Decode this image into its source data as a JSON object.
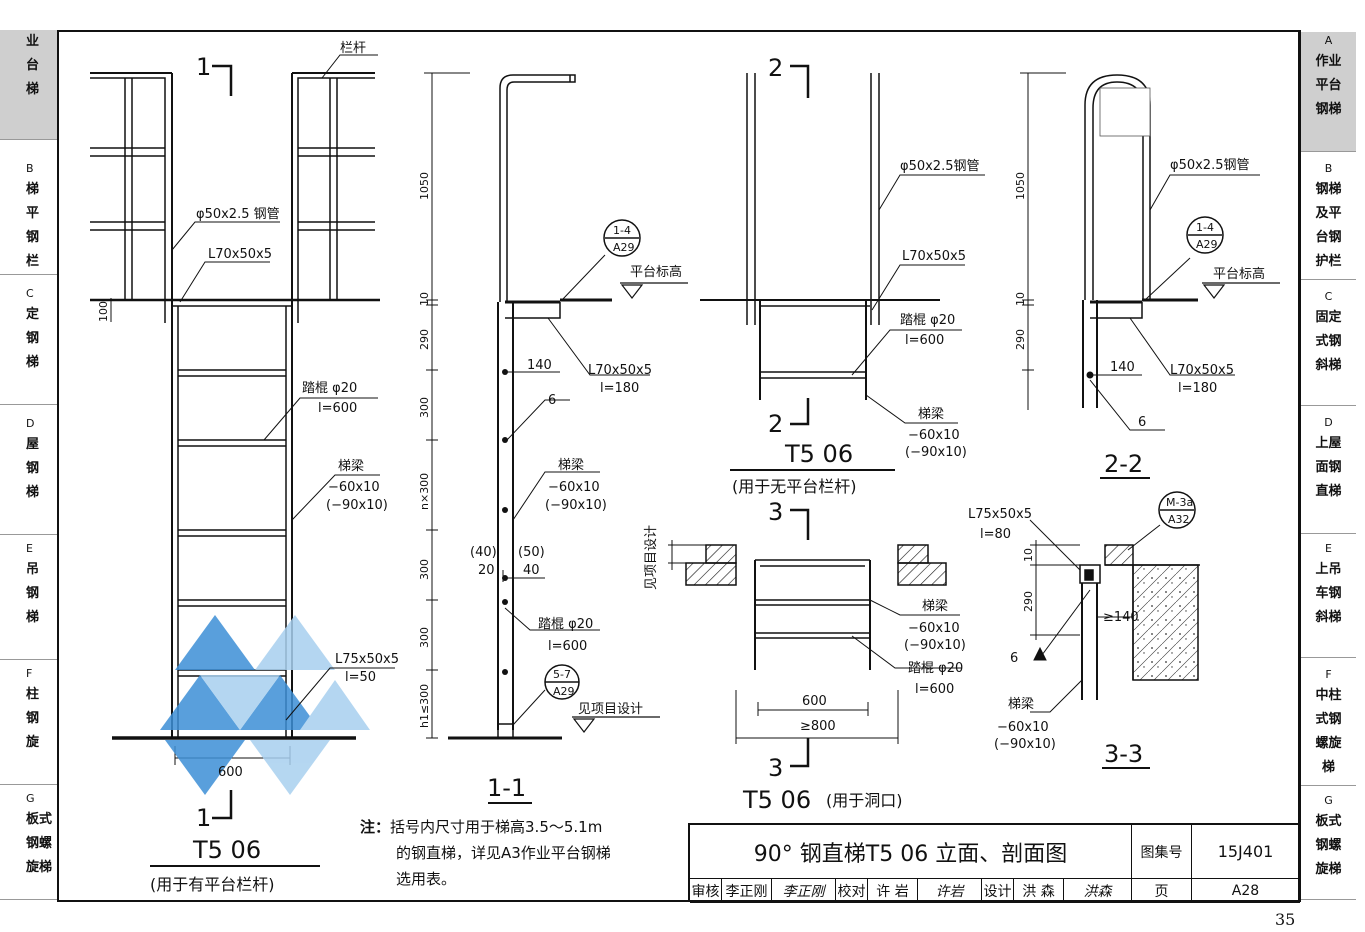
{
  "left_tabs": [
    {
      "letter": "",
      "name": "业\n台\n梯",
      "active": true
    },
    {
      "letter": "B",
      "name": "梯\n平\n钢\n栏"
    },
    {
      "letter": "C",
      "name": "定\n钢\n梯"
    },
    {
      "letter": "D",
      "name": "屋\n钢\n梯"
    },
    {
      "letter": "E",
      "name": "吊\n钢\n梯"
    },
    {
      "letter": "F",
      "name": "柱\n钢\n旋"
    },
    {
      "letter": "G",
      "name": "板式\n钢螺\n旋梯"
    }
  ],
  "right_tabs": [
    {
      "letter": "A",
      "name": "作业\n平台\n钢梯",
      "active": true
    },
    {
      "letter": "B",
      "name": "钢梯\n及平\n台钢\n护栏"
    },
    {
      "letter": "C",
      "name": "固定\n式钢\n斜梯"
    },
    {
      "letter": "D",
      "name": "上屋\n面钢\n直梯"
    },
    {
      "letter": "E",
      "name": "上吊\n车钢\n斜梯"
    },
    {
      "letter": "F",
      "name": "中柱\n式钢\n螺旋\n梯"
    },
    {
      "letter": "G",
      "name": "板式\n钢螺\n旋梯"
    }
  ],
  "elevation_a": {
    "railing": "栏杆",
    "pipe": "φ50x2.5 钢管",
    "angle": "L70x50x5",
    "dim_100": "100",
    "rung": "踏棍 φ20",
    "rung_len": "l=600",
    "beam": "梯梁",
    "beam_size": "−60x10",
    "beam_size2": "(−90x10)",
    "foot_angle": "L75x50x5",
    "foot_len": "l=50",
    "width": "600",
    "cut_mark": "1",
    "caption": "T5  06",
    "subcaption": "(用于有平台栏杆)"
  },
  "section_1_1": {
    "dims": [
      "1050",
      "10",
      "290",
      "300",
      "n×300",
      "300",
      "300",
      "h1≤300"
    ],
    "dim_140": "140",
    "angle": "L70x50x5",
    "angle_len": "l=180",
    "weld": "6",
    "beam": "梯梁",
    "beam_size": "−60x10",
    "beam_size2": "(−90x10)",
    "off_a": "(40)",
    "off_b": "20",
    "off_c": "(50)",
    "off_d": "40",
    "rung": "踏棍 φ20",
    "rung_len": "l=600",
    "ref_top": "1-4\nA29",
    "ref_bot": "5-7\nA29",
    "platform": "平台标高",
    "project": "见项目设计",
    "caption": "1-1"
  },
  "elevation_b": {
    "pipe": "φ50x2.5钢管",
    "angle": "L70x50x5",
    "rung": "踏棍 φ20",
    "rung_len": "l=600",
    "beam": "梯梁",
    "beam_size": "−60x10",
    "beam_size2": "(−90x10)",
    "cut_mark": "2",
    "caption": "T5  06",
    "subcaption": "(用于无平台栏杆)"
  },
  "section_2_2": {
    "dims": [
      "1050",
      "10",
      "290"
    ],
    "dim_140": "140",
    "pipe": "φ50x2.5钢管",
    "angle": "L70x50x5",
    "angle_len": "l=180",
    "weld": "6",
    "ref": "1-4\nA29",
    "platform": "平台标高",
    "caption": "2-2"
  },
  "opening": {
    "project": "见项目设计",
    "beam": "梯梁",
    "beam_size": "−60x10",
    "beam_size2": "(−90x10)",
    "rung": "踏棍 φ20",
    "rung_len": "l=600",
    "dim_600": "600",
    "dim_800": "≥800",
    "cut_mark": "3",
    "caption": "T5  06",
    "subcaption": "(用于洞口)"
  },
  "section_3_3": {
    "angle": "L75x50x5",
    "angle_len": "l=80",
    "ref": "M-3a\nA32",
    "dim_10": "10",
    "dim_290": "290",
    "dim_140": "≥140",
    "weld": "6",
    "beam": "梯梁",
    "beam_size": "−60x10",
    "beam_size2": "(−90x10)",
    "caption": "3-3"
  },
  "note": {
    "prefix": "注：",
    "line1": "括号内尺寸用于梯高3.5～5.1m",
    "line2": "的钢直梯，详见A3作业平台钢梯",
    "line3": "选用表。"
  },
  "title_block": {
    "title": "90° 钢直梯T5 06 立面、剖面图",
    "atlas_label": "图集号",
    "atlas_no": "15J401",
    "review_label": "审核",
    "reviewer": "李正刚",
    "reviewer_sig": "李正刚",
    "check_label": "校对",
    "checker": "许  岩",
    "checker_sig": "许岩",
    "design_label": "设计",
    "designer": "洪  森",
    "designer_sig": "洪森",
    "page_label": "页",
    "page_code": "A28"
  },
  "page_number": "35"
}
